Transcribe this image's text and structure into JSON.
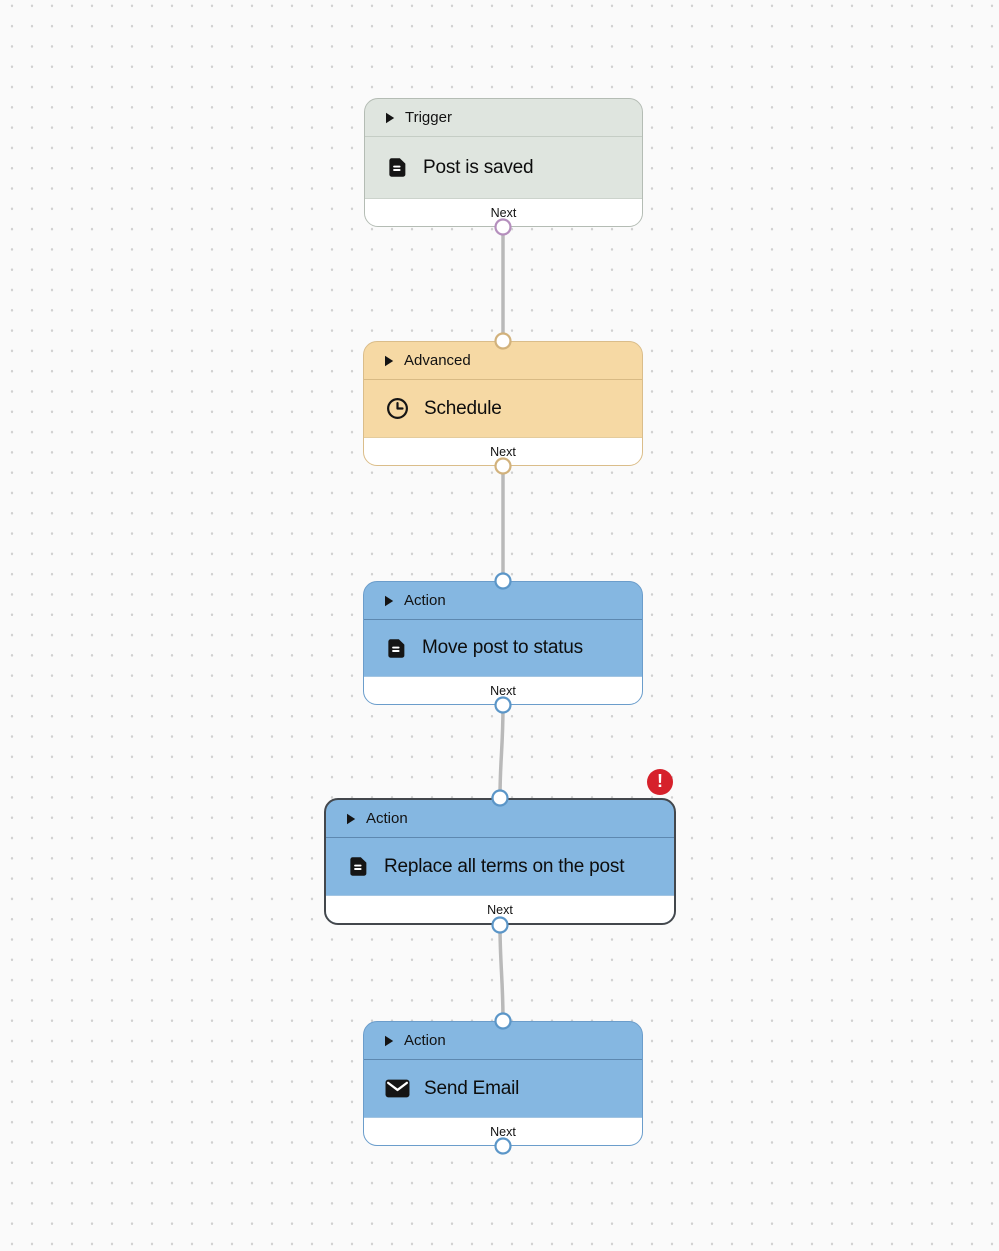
{
  "canvas": {
    "background_color": "#fafafa",
    "dot_color": "#d0d0d0"
  },
  "colors": {
    "connector_line": "#b9b9b9",
    "selected_border": "#43474c",
    "error_badge": "#d6212b",
    "trigger": {
      "bg": "#dfe5df",
      "border": "#b4bcb4",
      "port": "#b58fbd"
    },
    "advanced": {
      "bg": "#f6d9a4",
      "border": "#dabd8a",
      "port": "#d2b27c"
    },
    "action": {
      "bg": "#85b7e1",
      "border": "#6b9dcb",
      "port": "#5b96c8"
    }
  },
  "node_header_icon": "play-triangle-icon",
  "nodes": [
    {
      "category": "Trigger",
      "title": "Post is saved",
      "icon": "document-icon",
      "footer_label": "Next",
      "selected": false,
      "error": false
    },
    {
      "category": "Advanced",
      "title": "Schedule",
      "icon": "clock-icon",
      "footer_label": "Next",
      "selected": false,
      "error": false
    },
    {
      "category": "Action",
      "title": "Move post to status",
      "icon": "document-icon",
      "footer_label": "Next",
      "selected": false,
      "error": false
    },
    {
      "category": "Action",
      "title": "Replace all terms on the post",
      "icon": "document-icon",
      "footer_label": "Next",
      "selected": true,
      "error": true
    },
    {
      "category": "Action",
      "title": "Send Email",
      "icon": "envelope-icon",
      "footer_label": "Next",
      "selected": false,
      "error": false
    }
  ],
  "error_badge": {
    "glyph": "!"
  }
}
